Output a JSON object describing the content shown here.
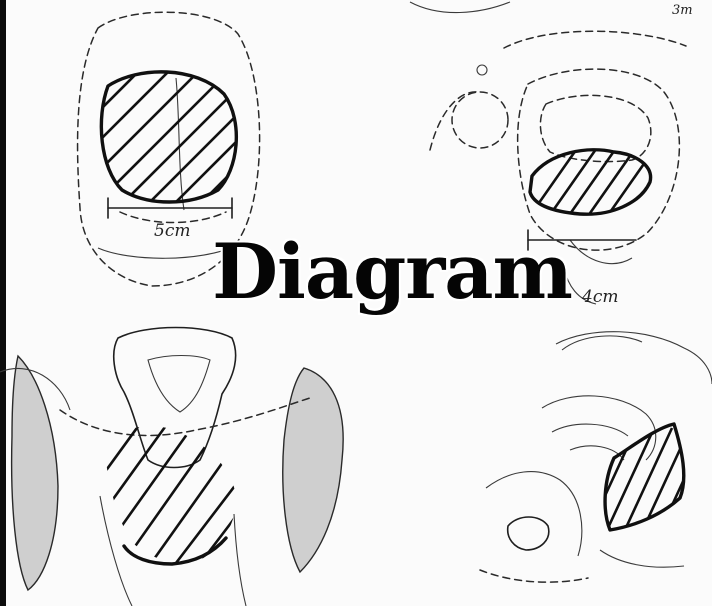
{
  "title": "Diagram",
  "panels": {
    "top_left": {
      "scale_label": "5cm"
    },
    "top_right": {
      "scale_label": "4cm",
      "corner_mark": "3m"
    }
  },
  "colors": {
    "ink": "#1f1f1f",
    "hatch": "#111111",
    "shade": "#cfcfcf",
    "background": "#fbfbfb",
    "left_edge": "#0c0c0c"
  }
}
